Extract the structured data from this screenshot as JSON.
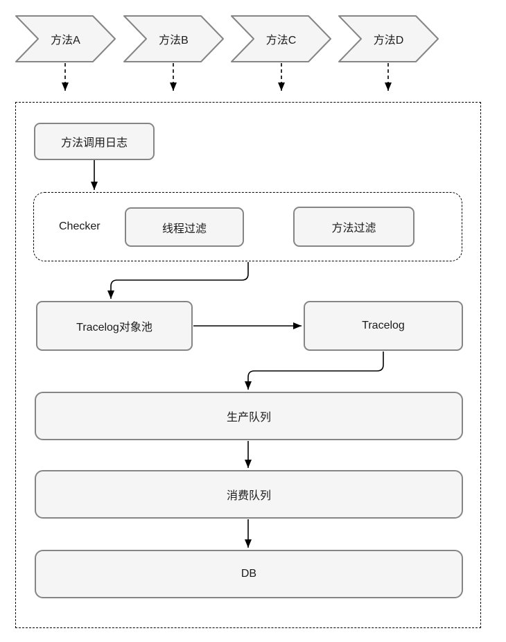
{
  "diagram": {
    "chevrons": [
      {
        "label": "方法A"
      },
      {
        "label": "方法B"
      },
      {
        "label": "方法C"
      },
      {
        "label": "方法D"
      }
    ],
    "nodes": {
      "method_call_log": "方法调用日志",
      "checker_label": "Checker",
      "thread_filter": "线程过滤",
      "method_filter": "方法过滤",
      "tracelog_pool": "Tracelog对象池",
      "tracelog": "Tracelog",
      "produce_queue": "生产队列",
      "consume_queue": "消费队列",
      "db": "DB"
    },
    "edges": [
      {
        "from": "方法A",
        "to": "方法调用日志",
        "style": "dashed-arrow"
      },
      {
        "from": "方法B",
        "to": "方法调用日志",
        "style": "dashed-arrow"
      },
      {
        "from": "方法C",
        "to": "方法调用日志",
        "style": "dashed-arrow"
      },
      {
        "from": "方法D",
        "to": "方法调用日志",
        "style": "dashed-arrow"
      },
      {
        "from": "方法调用日志",
        "to": "Checker",
        "style": "solid-arrow"
      },
      {
        "from": "Checker",
        "to": "Tracelog对象池",
        "style": "solid-arrow"
      },
      {
        "from": "Tracelog对象池",
        "to": "Tracelog",
        "style": "solid-arrow"
      },
      {
        "from": "Tracelog",
        "to": "生产队列",
        "style": "solid-arrow"
      },
      {
        "from": "生产队列",
        "to": "消费队列",
        "style": "solid-arrow"
      },
      {
        "from": "消费队列",
        "to": "DB",
        "style": "solid-arrow"
      }
    ],
    "colors": {
      "node_fill": "#f5f5f5",
      "node_stroke": "#858585",
      "dashed_border": "#000000",
      "connector": "#000000",
      "text": "#1a1a1a",
      "background": "#ffffff"
    }
  }
}
